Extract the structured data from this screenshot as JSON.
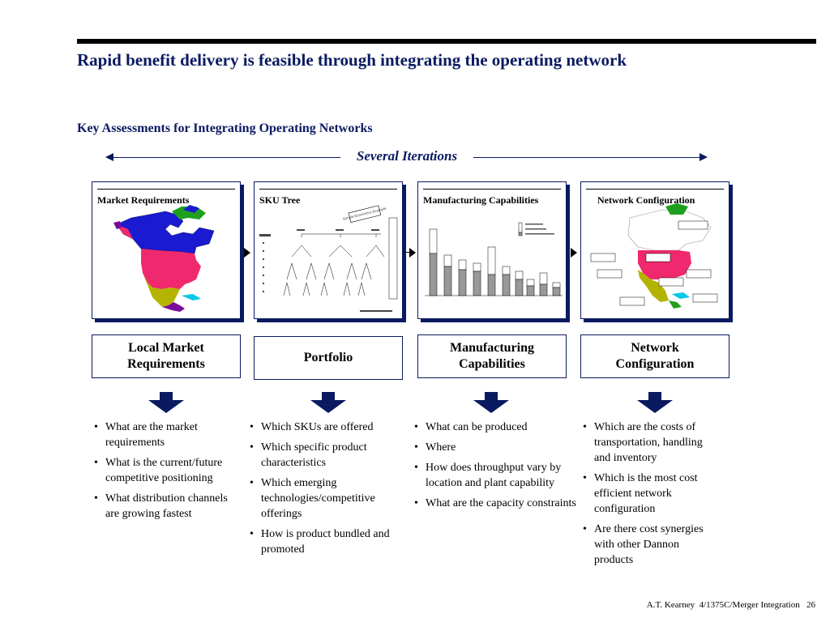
{
  "title": "Rapid benefit delivery is feasible through integrating the operating network",
  "subtitle": "Key Assessments for Integrating Operating Networks",
  "iterations_label": "Several Iterations",
  "panels": [
    {
      "title": "Market Requirements"
    },
    {
      "title": "SKU Tree",
      "note_label": "Simple Economics Example"
    },
    {
      "title": "Manufacturing Capabilities"
    },
    {
      "title": "Network Configuration"
    }
  ],
  "assessments": [
    {
      "label_line1": "Local Market",
      "label_line2": "Requirements",
      "bullets": [
        "What are the market requirements",
        "What is the current/future competitive positioning",
        "What distribution channels are growing fastest"
      ]
    },
    {
      "label_line1": "Portfolio",
      "label_line2": "",
      "bullets": [
        "Which SKUs are offered",
        "Which specific product characteristics",
        "Which emerging technologies/competitive offerings",
        "How is product bundled and promoted"
      ]
    },
    {
      "label_line1": "Manufacturing",
      "label_line2": "Capabilities",
      "bullets": [
        "What can be produced",
        "Where",
        "How does throughput vary by location and plant capability",
        "What are the capacity constraints"
      ]
    },
    {
      "label_line1": "Network",
      "label_line2": "Configuration",
      "bullets": [
        "Which are the costs of transportation, handling and inventory",
        "Which is the most cost efficient network configuration",
        "Are there cost synergies with other Dannon products"
      ]
    }
  ],
  "footer": {
    "firm": "A.T. Kearney",
    "doc_id": "4/1375C/Merger Integration",
    "page": "26"
  },
  "colors": {
    "navy": "#0a1a60",
    "map_blue": "#1a1ad0",
    "map_pink": "#f0286e",
    "map_olive": "#b4b400",
    "map_green": "#1ea01e",
    "map_purple": "#7a0a9a",
    "map_cyan": "#00c8e6"
  }
}
